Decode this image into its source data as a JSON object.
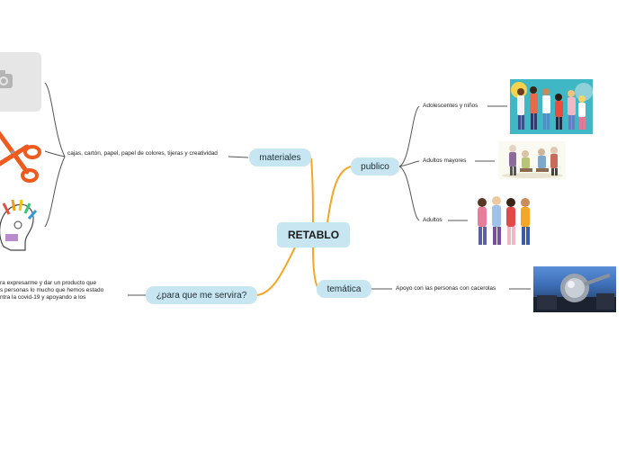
{
  "central": {
    "label": "RETABLO"
  },
  "branches": {
    "materiales": {
      "label": "materiales",
      "detail": "cajas, cartón, papel, papel de colores, tijeras y creatividad",
      "images": [
        "camera-placeholder-image",
        "scissors-image",
        "lightbulb-brain-image"
      ]
    },
    "para_que": {
      "label": "¿para que me servira?",
      "detail_lines": [
        "ra expresarme y dar un producto que",
        "s personas lo mucho que hemos estado",
        "ntra la covid-19 y apoyando a los"
      ]
    },
    "publico": {
      "label": "publico",
      "items": [
        {
          "label": "Adolescentes y niños",
          "image": "group-of-youth-image"
        },
        {
          "label": "Adultos mayores",
          "image": "elderly-people-image"
        },
        {
          "label": "Adultos",
          "image": "adults-group-image"
        }
      ]
    },
    "tematica": {
      "label": "temática",
      "detail": "Apoyo con las personas con cacerolas",
      "image": "pot-protest-image"
    }
  },
  "colors": {
    "node_fill": "#c7e6f1",
    "connector_orange": "#f5a623",
    "connector_gray": "#555555"
  }
}
